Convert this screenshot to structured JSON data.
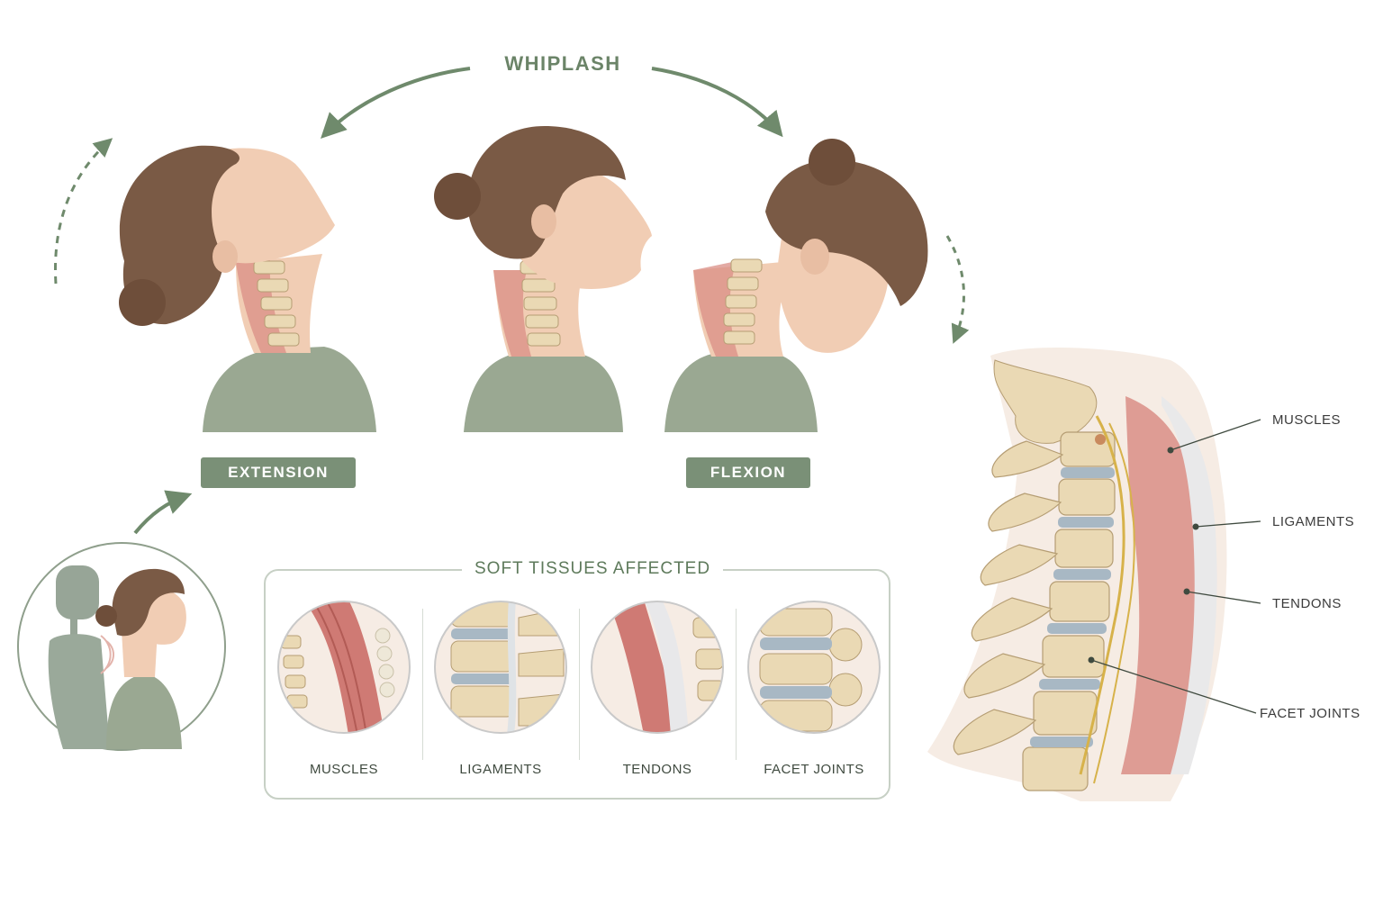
{
  "title": "WHIPLASH",
  "motions": {
    "extension": "EXTENSION",
    "flexion": "FLEXION"
  },
  "soft_tissues": {
    "heading": "SOFT TISSUES AFFECTED",
    "items": [
      "MUSCLES",
      "LIGAMENTS",
      "TENDONS",
      "FACET JOINTS"
    ]
  },
  "anatomy_callouts": [
    "MUSCLES",
    "LIGAMENTS",
    "TENDONS",
    "FACET JOINTS"
  ],
  "colors": {
    "accent_green": "#7a9077",
    "heading_green": "#6b8468",
    "muscle_red": "#cf7a74",
    "bone": "#ead9b4",
    "disc": "#a8b8c4",
    "skin": "#f1cdb4",
    "hair": "#7a5a45",
    "shirt": "#9aa892"
  }
}
